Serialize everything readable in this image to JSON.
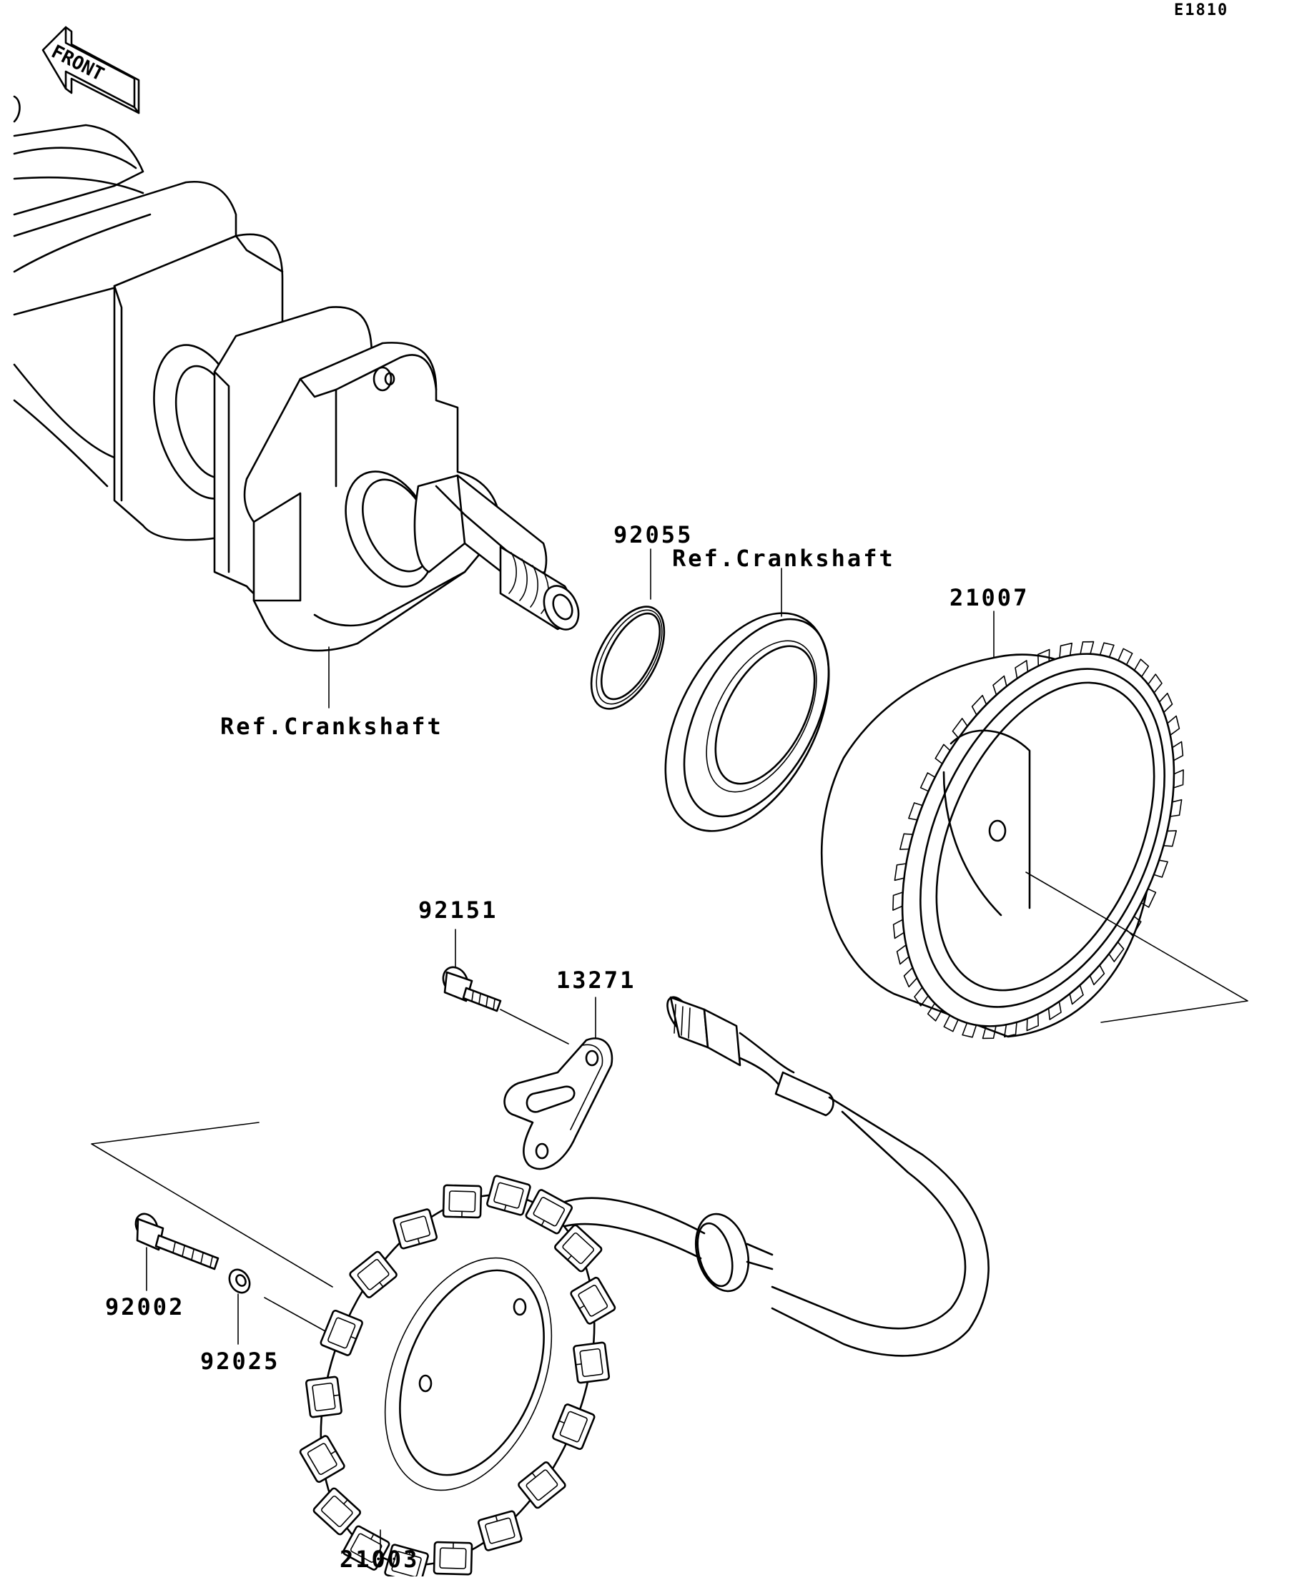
{
  "diagram_code": "E1810",
  "front_arrow": {
    "text": "FRONT"
  },
  "parts": [
    {
      "id": "92055",
      "label": "92055"
    },
    {
      "id": "ref-crankshaft-top",
      "label": "Ref.Crankshaft"
    },
    {
      "id": "21007",
      "label": "21007"
    },
    {
      "id": "ref-crankshaft-bottom",
      "label": "Ref.Crankshaft"
    },
    {
      "id": "92151",
      "label": "92151"
    },
    {
      "id": "13271",
      "label": "13271"
    },
    {
      "id": "92002",
      "label": "92002"
    },
    {
      "id": "92025",
      "label": "92025"
    },
    {
      "id": "21003",
      "label": "21003"
    }
  ],
  "icons": [
    "front-arrow-icon",
    "crankshaft",
    "o-ring",
    "oil-seal",
    "rotor",
    "bolt",
    "plate",
    "washer",
    "stator",
    "wiring-connector"
  ]
}
